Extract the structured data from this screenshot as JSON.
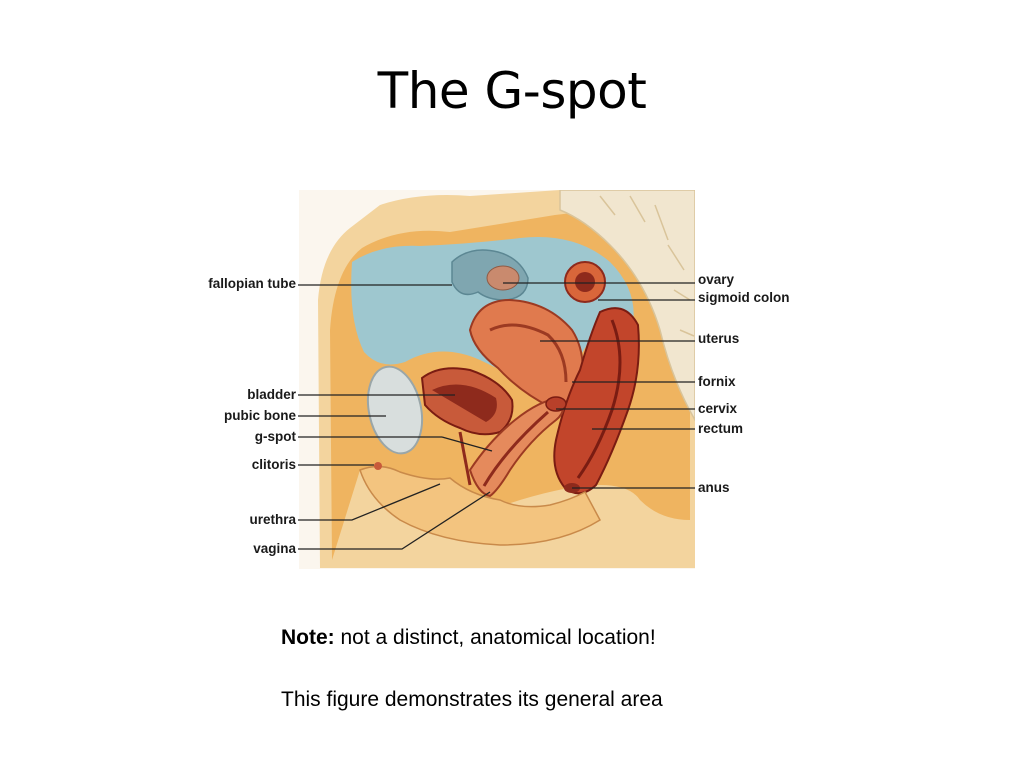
{
  "slide": {
    "title": "The G-spot",
    "note_label": "Note:",
    "note_text": " not a distinct, anatomical location!",
    "description": "This figure demonstrates its general area"
  },
  "diagram": {
    "labels_left": {
      "fallopian_tube": "fallopian tube",
      "bladder": "bladder",
      "pubic_bone": "pubic bone",
      "g_spot": "g-spot",
      "clitoris": "clitoris",
      "urethra": "urethra",
      "vagina": "vagina"
    },
    "labels_right": {
      "ovary": "ovary",
      "sigmoid_colon": "sigmoid colon",
      "uterus": "uterus",
      "fornix": "fornix",
      "cervix": "cervix",
      "rectum": "rectum",
      "anus": "anus"
    },
    "colors": {
      "background": "#fbf6ee",
      "skin": "#f3cf8f",
      "fat": "#efb25a",
      "cavity": "#9ec7cf",
      "muscle": "#d9663a",
      "muscle_dark": "#8e2a1c",
      "bone": "#f1e6cf"
    }
  }
}
